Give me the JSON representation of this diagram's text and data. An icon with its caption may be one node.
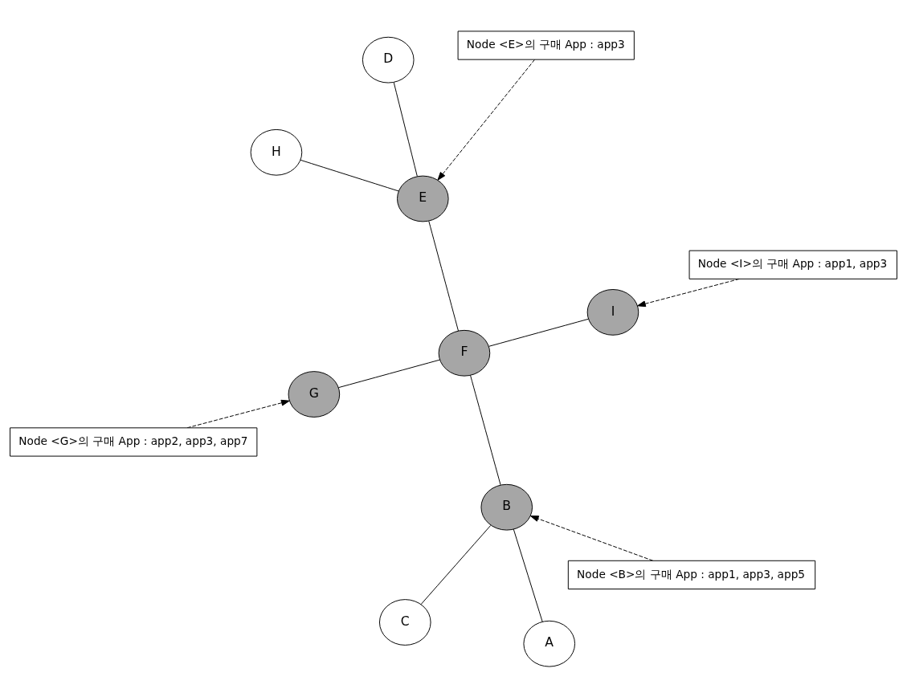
{
  "diagram": {
    "nodes": [
      {
        "text": [
          "C"
        ]
      },
      {
        "text": [
          "A"
        ]
      },
      {
        "text": [
          "B"
        ]
      },
      {
        "text": [
          "Node <E>의 구매 App : app3"
        ]
      },
      {
        "text": [
          "Node <B>의 구매 App : app1, app3, app5"
        ]
      },
      {
        "text": [
          "D"
        ]
      },
      {
        "text": [
          "F"
        ]
      },
      {
        "text": [
          "E"
        ]
      },
      {
        "text": [
          "G"
        ]
      },
      {
        "text": [
          "I"
        ]
      },
      {
        "text": [
          "H"
        ]
      },
      {
        "text": [
          "Node <G>의 구매 App : app2, app3, app7"
        ]
      },
      {
        "text": [
          "Node <I>의 구매 App : app1, app3"
        ]
      }
    ],
    "edges": [
      {
        "from": 1,
        "to": 2,
        "arrow": "none"
      },
      {
        "from": 0,
        "to": 2,
        "arrow": "none"
      },
      {
        "from": 2,
        "to": 6,
        "arrow": "none"
      },
      {
        "from": 5,
        "to": 7,
        "arrow": "none"
      },
      {
        "from": 7,
        "to": 6,
        "arrow": "none"
      },
      {
        "from": 7,
        "to": 10,
        "arrow": "none"
      },
      {
        "from": 6,
        "to": 8,
        "arrow": "none"
      },
      {
        "from": 6,
        "to": 9,
        "arrow": "none"
      },
      {
        "from": 3,
        "to": 7,
        "arrow": "to",
        "style": "dashed"
      },
      {
        "from": 4,
        "to": 2,
        "arrow": "to",
        "style": "dashed"
      },
      {
        "from": 11,
        "to": 8,
        "arrow": "to",
        "style": "dashed"
      },
      {
        "from": 12,
        "to": 9,
        "arrow": "to",
        "style": "dashed"
      }
    ]
  }
}
